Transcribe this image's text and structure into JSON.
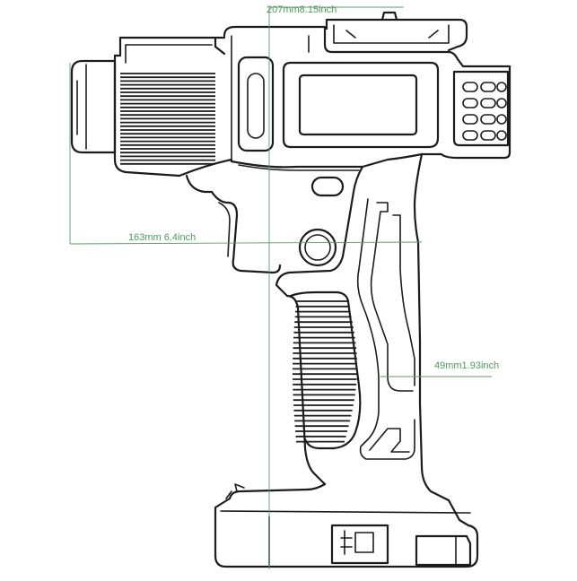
{
  "diagram": {
    "subject_icon": "heat-gun-outline",
    "line_color": "#1c1c1c",
    "dimension_color": "#5d9a66"
  },
  "dimensions": {
    "length": "207mm8.15inch",
    "height": "163mm 6.4inch",
    "grip_width": "49mm1.93inch"
  }
}
